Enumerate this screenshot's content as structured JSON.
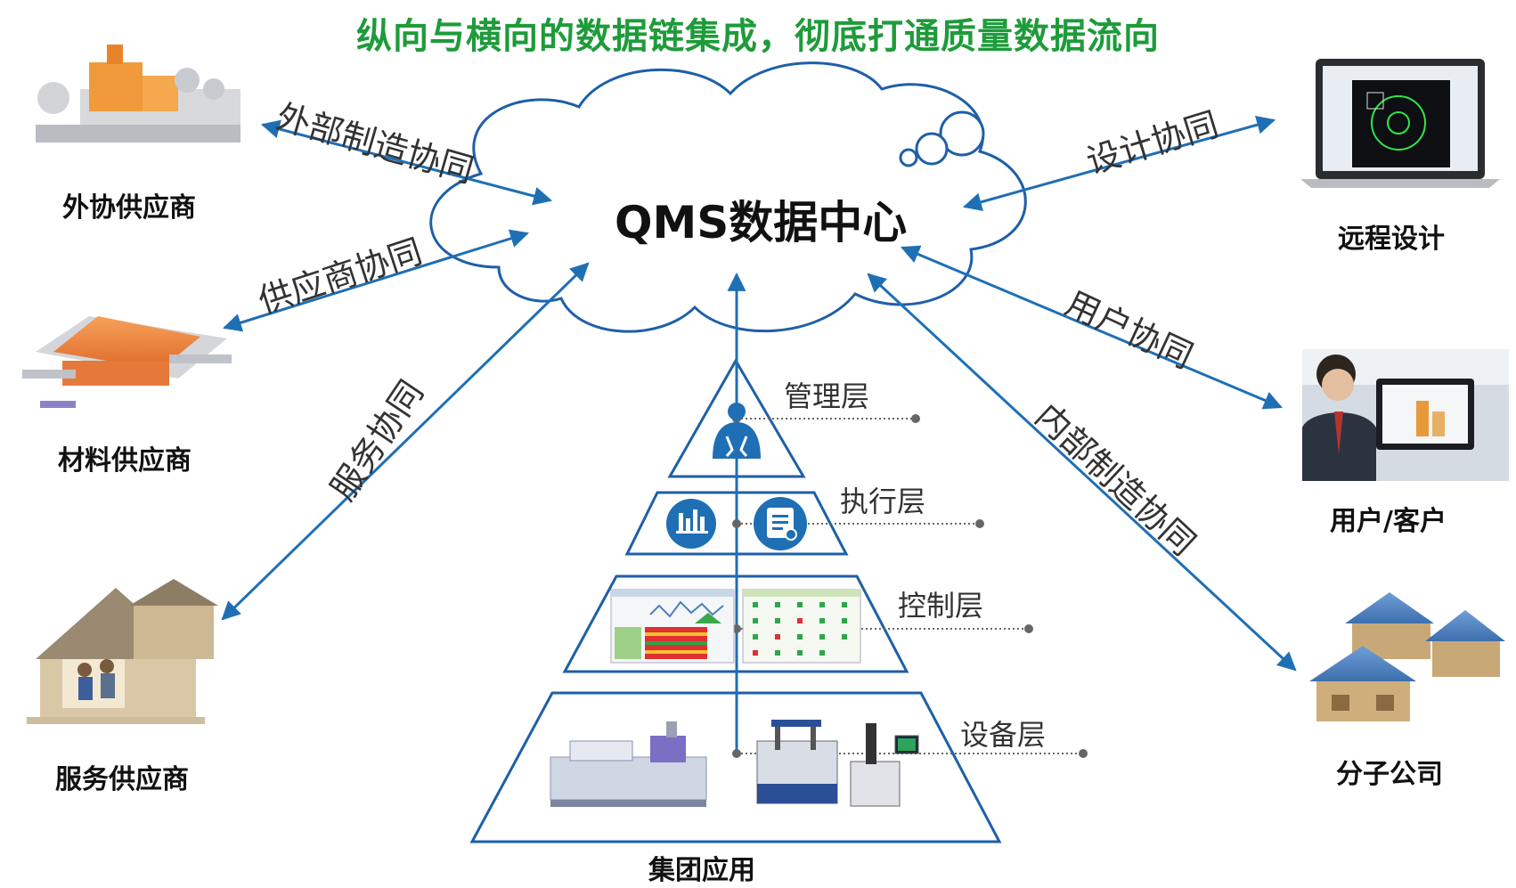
{
  "title": "纵向与横向的数据链集成，彻底打通质量数据流向",
  "center": "QMS数据中心",
  "nodes": {
    "outsource_supplier": "外协供应商",
    "material_supplier": "材料供应商",
    "service_supplier": "服务供应商",
    "remote_design": "远程设计",
    "user_customer": "用户/客户",
    "subsidiary": "分子公司",
    "group_application": "集团应用"
  },
  "flows": {
    "external_manufacturing": "外部制造协同",
    "supplier": "供应商协同",
    "service": "服务协同",
    "design": "设计协同",
    "user": "用户协同",
    "internal_manufacturing": "内部制造协同"
  },
  "layers": {
    "management": "管理层",
    "execution": "执行层",
    "control": "控制层",
    "equipment": "设备层"
  },
  "colors": {
    "title": "#1e9b3a",
    "arrow": "#1f6fb5",
    "pyramid": "#1e5fa8",
    "icon_blue": "#1f6fb5"
  }
}
